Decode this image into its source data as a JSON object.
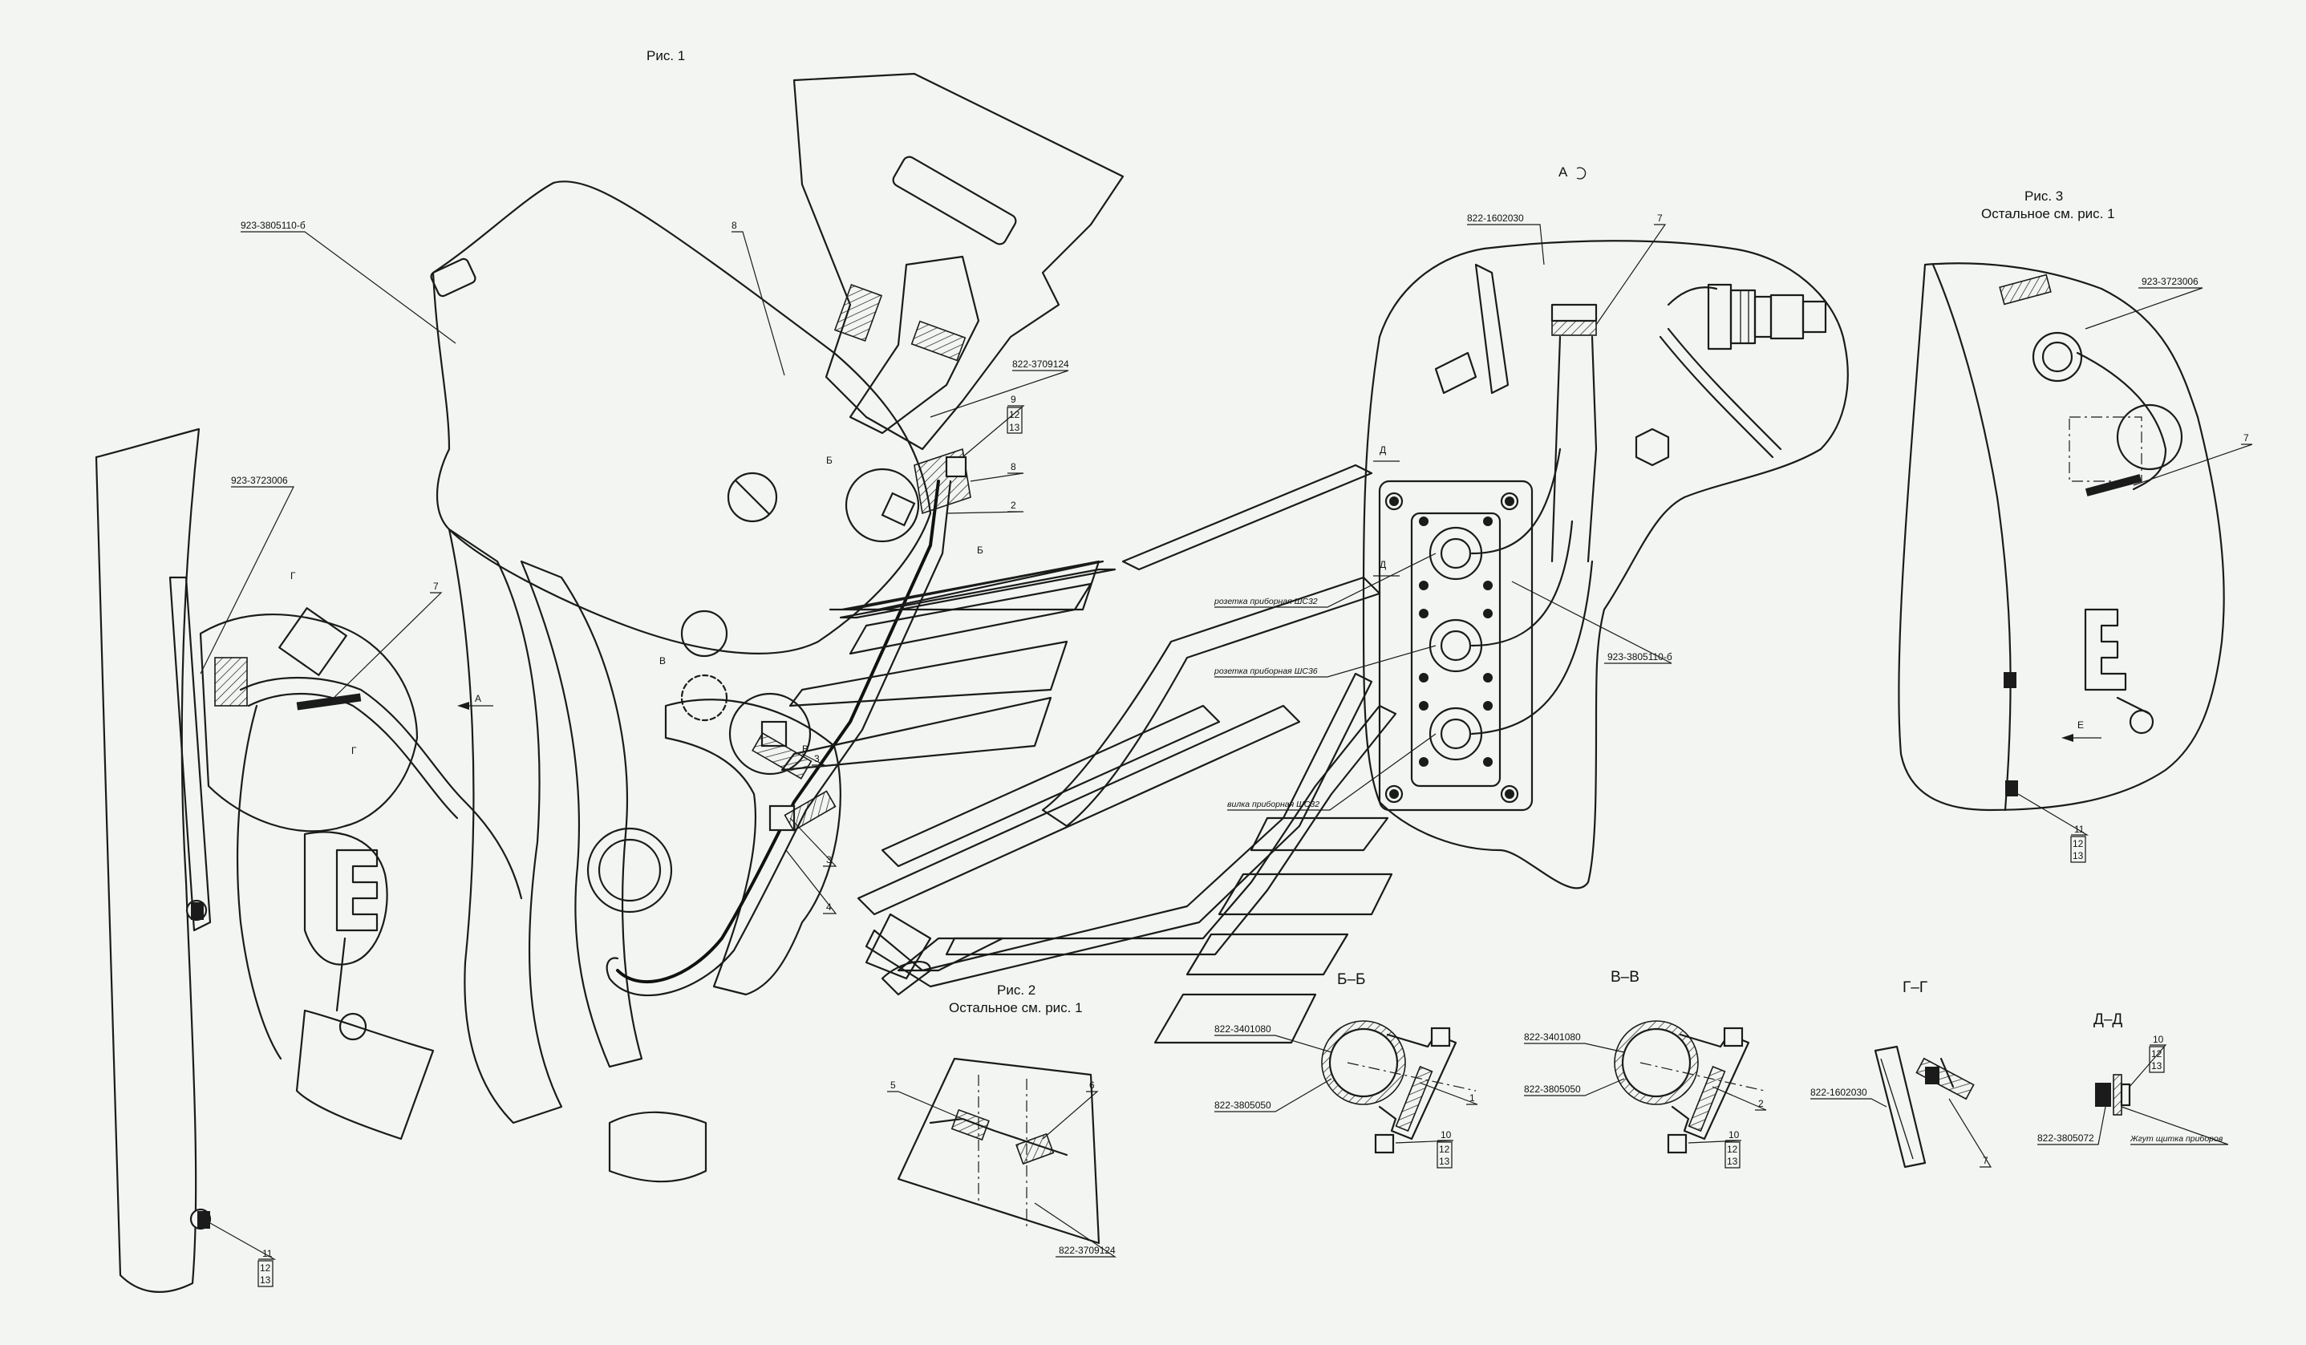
{
  "figures": {
    "fig1_title": "Рис. 1",
    "fig2_title": "Рис. 2",
    "fig2_note": "Остальное см. рис. 1",
    "fig3_title": "Рис. 3",
    "fig3_note": "Остальное см. рис. 1"
  },
  "view_markers": {
    "A": "А",
    "A_view": "А",
    "B": "Б",
    "V": "В",
    "G": "Г",
    "D": "Д",
    "E": "Е"
  },
  "sections": {
    "BB": "Б–Б",
    "VV": "В–В",
    "GG": "Г–Г",
    "DD": "Д–Д"
  },
  "part_labels": {
    "p923_3805110_6": "923-3805110-б",
    "p923_3723006": "923-3723006",
    "p822_3709124": "822-3709124",
    "p822_1602030": "822-1602030",
    "p822_3401080": "822-3401080",
    "p822_3805050": "822-3805050",
    "p822_3805072": "822-3805072",
    "socket_sh32": "розетка приборная ШС32",
    "socket_sh36": "розетка приборная ШС36",
    "plug_sh32": "вилка приборная ШС32",
    "harness": "Жгут щитка приборов"
  },
  "item_numbers": {
    "n1": "1",
    "n2": "2",
    "n3": "3",
    "n4": "4",
    "n5": "5",
    "n6": "6",
    "n7": "7",
    "n8": "8",
    "n9": "9",
    "n10": "10",
    "n11": "11",
    "n12": "12",
    "n13": "13"
  },
  "colors": {
    "line": "#1b1b1b",
    "background": "#f2f5f2"
  }
}
